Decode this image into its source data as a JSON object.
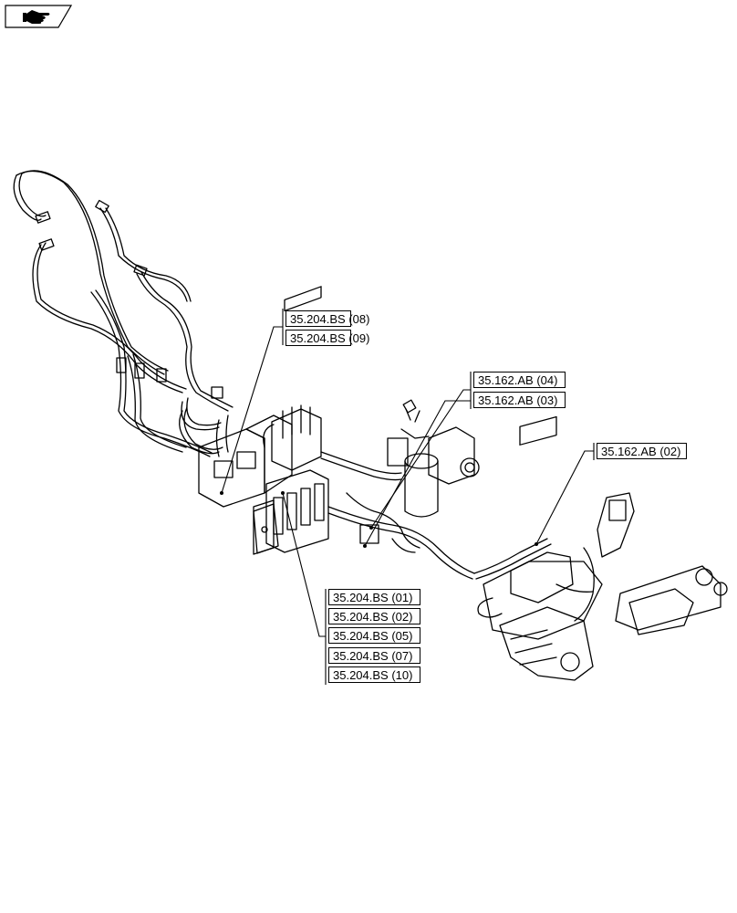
{
  "nav": {
    "icon": "hand-pointer-icon"
  },
  "references": [
    "35.204.BS (08)",
    "35.204.BS (09)",
    "35.162.AB (04)",
    "35.162.AB (03)",
    "35.162.AB (02)",
    "35.204.BS (01)",
    "35.204.BS (02)",
    "35.204.BS (05)",
    "35.204.BS (07)",
    "35.204.BS (10)"
  ]
}
